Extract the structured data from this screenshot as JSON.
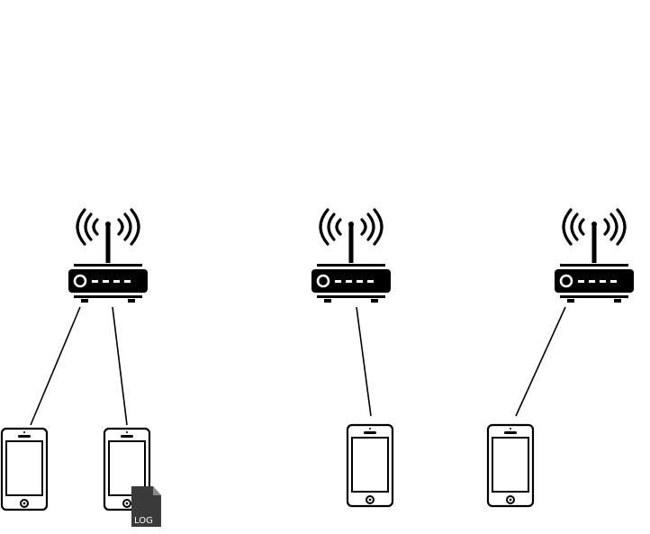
{
  "diagram": {
    "nodes": [
      {
        "id": "router-1",
        "type": "router"
      },
      {
        "id": "router-2",
        "type": "router"
      },
      {
        "id": "router-3",
        "type": "router"
      },
      {
        "id": "phone-1",
        "type": "phone"
      },
      {
        "id": "phone-2",
        "type": "phone",
        "badge": "log-file-icon"
      },
      {
        "id": "phone-3",
        "type": "phone"
      },
      {
        "id": "phone-4",
        "type": "phone"
      }
    ],
    "links": [
      {
        "from": "router-1",
        "to": "phone-1"
      },
      {
        "from": "router-1",
        "to": "phone-2"
      },
      {
        "from": "router-2",
        "to": "phone-3"
      },
      {
        "from": "router-3",
        "to": "phone-4"
      }
    ],
    "log_badge": {
      "label": "LOG",
      "color": "#3a3a3a"
    },
    "colors": {
      "ink": "#000000",
      "background": "#ffffff"
    }
  }
}
